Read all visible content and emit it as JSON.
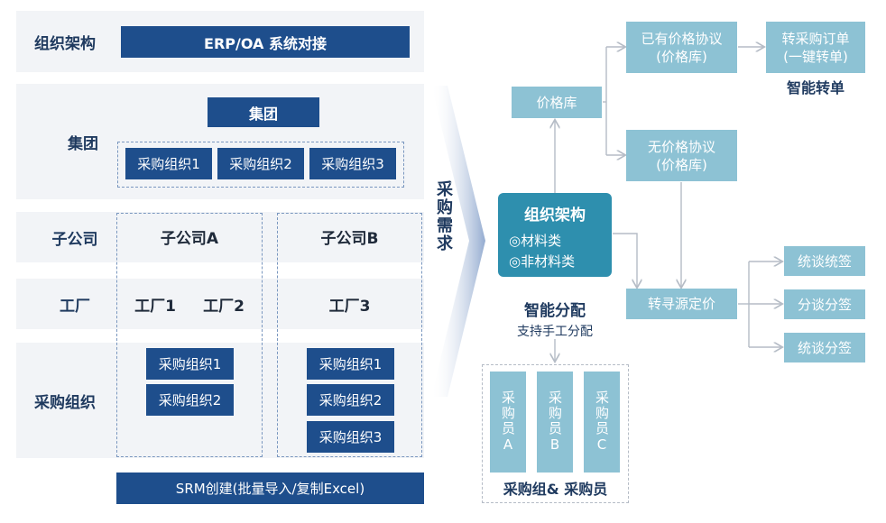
{
  "left": {
    "row_org": {
      "label": "组织架构",
      "erp_box": "ERP/OA 系统对接"
    },
    "row_group": {
      "label": "集团",
      "group_box": "集团",
      "orgs": [
        "采购组织1",
        "采购组织2",
        "采购组织3"
      ]
    },
    "row_sub": {
      "label": "子公司",
      "sub_a": "子公司A",
      "sub_b": "子公司B"
    },
    "row_factory": {
      "label": "工厂",
      "factory1": "工厂1",
      "factory2": "工厂2",
      "factory3": "工厂3"
    },
    "row_purch": {
      "label": "采购组织",
      "a_orgs": [
        "采购组织1",
        "采购组织2"
      ],
      "b_orgs": [
        "采购组织1",
        "采购组织2",
        "采购组织3"
      ]
    },
    "srm_box": "SRM创建(批量导入/复制Excel)"
  },
  "arrow_label": "采购需求",
  "right": {
    "org_box": {
      "title": "组织架构",
      "item1": "◎材料类",
      "item2": "◎非材料类"
    },
    "price_lib": "价格库",
    "has_price": {
      "line1": "已有价格协议",
      "line2": "(价格库)"
    },
    "no_price": {
      "line1": "无价格协议",
      "line2": "(价格库)"
    },
    "to_order": {
      "line1": "转采购订单",
      "line2": "(一键转单)"
    },
    "smart_convert": "智能转单",
    "sourcing": "转寻源定价",
    "outcomes": [
      "统谈统签",
      "分谈分签",
      "统谈分签"
    ],
    "smart_assign": "智能分配",
    "manual_assign": "支持手工分配",
    "buyers": [
      "采购员A",
      "采购员B",
      "采购员C"
    ],
    "buyer_group_label": "采购组& 采购员"
  },
  "colors": {
    "navy": "#1e4e8c",
    "light_blue": "#8dc2d4",
    "teal": "#2e8fae",
    "band": "#f2f4f7"
  }
}
